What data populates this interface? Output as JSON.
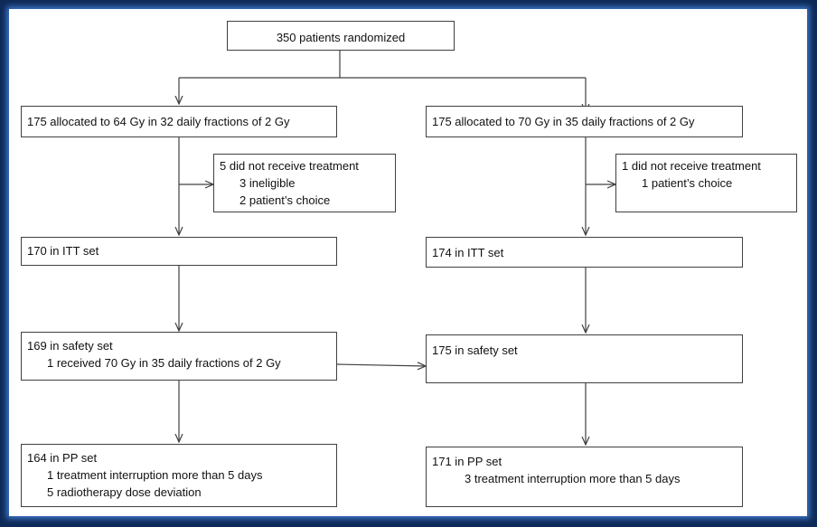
{
  "top": {
    "text": "350 patients randomized"
  },
  "left": {
    "allocated": "175 allocated to 64 Gy in 32 daily fractions of 2 Gy",
    "excluded": [
      "5 did not receive treatment",
      "3 ineligible",
      "2 patient’s choice"
    ],
    "itt": "170 in ITT set",
    "safety": [
      "169 in safety set",
      "1 received 70 Gy in 35 daily fractions of 2 Gy"
    ],
    "pp": [
      "164 in PP set",
      "1 treatment interruption more than 5 days",
      "5 radiotherapy dose deviation"
    ]
  },
  "right": {
    "allocated": "175 allocated to 70 Gy in 35 daily fractions of 2 Gy",
    "excluded": [
      "1 did not receive treatment",
      "1 patient’s choice"
    ],
    "itt": "174 in ITT set",
    "safety": [
      "175 in safety set"
    ],
    "pp": [
      "171 in PP set",
      "3 treatment interruption more than 5 days"
    ]
  },
  "colors": {
    "background": "#0e2a57",
    "glow": "#3d74c4",
    "line": "#404040"
  }
}
